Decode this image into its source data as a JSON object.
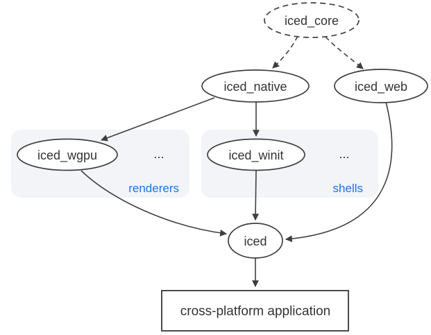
{
  "colors": {
    "stroke": "#3f3f3f",
    "text": "#333333",
    "accent": "#1a73e8",
    "group-fill": "#f2f4f7",
    "bg": "#ffffff"
  },
  "diagram": {
    "nodes": {
      "iced_core": {
        "label": "iced_core",
        "shape": "ellipse",
        "border": "dashed"
      },
      "iced_native": {
        "label": "iced_native",
        "shape": "ellipse",
        "border": "solid"
      },
      "iced_web": {
        "label": "iced_web",
        "shape": "ellipse",
        "border": "solid"
      },
      "iced_wgpu": {
        "label": "iced_wgpu",
        "shape": "ellipse",
        "border": "solid"
      },
      "iced_winit": {
        "label": "iced_winit",
        "shape": "ellipse",
        "border": "solid"
      },
      "iced": {
        "label": "iced",
        "shape": "ellipse",
        "border": "solid"
      },
      "app": {
        "label": "cross-platform application",
        "shape": "rect",
        "border": "solid"
      }
    },
    "groups": {
      "renderers": {
        "label": "renderers",
        "ellipsis": "..."
      },
      "shells": {
        "label": "shells",
        "ellipsis": "..."
      }
    },
    "edges": [
      {
        "from": "iced_core",
        "to": "iced_native",
        "style": "dashed"
      },
      {
        "from": "iced_core",
        "to": "iced_web",
        "style": "dashed"
      },
      {
        "from": "iced_native",
        "to": "iced_wgpu",
        "style": "solid"
      },
      {
        "from": "iced_native",
        "to": "iced_winit",
        "style": "solid"
      },
      {
        "from": "iced_winit",
        "to": "iced",
        "style": "solid"
      },
      {
        "from": "iced_wgpu",
        "to": "iced",
        "style": "solid"
      },
      {
        "from": "iced_web",
        "to": "iced",
        "style": "solid"
      },
      {
        "from": "iced",
        "to": "app",
        "style": "solid"
      }
    ]
  }
}
